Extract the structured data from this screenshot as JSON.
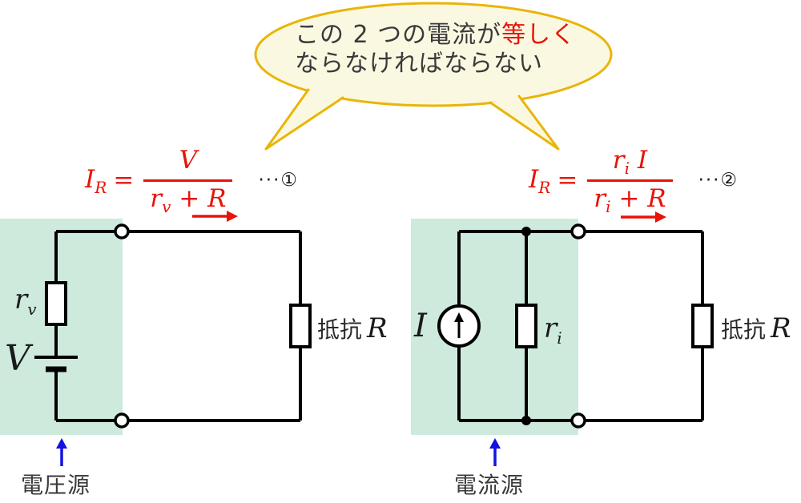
{
  "bubble": {
    "line1_black": "この 2 つの電流が",
    "line1_red": "等しく",
    "line2": "ならなければならない"
  },
  "formulas": [
    {
      "lhs_main": "I",
      "lhs_sub": "R",
      "equals": "=",
      "numerator_main": "V",
      "numerator_sub": "",
      "numerator_rest": "",
      "denominator_main": "r",
      "denominator_sub": "v",
      "denominator_rest": "+ R",
      "tag": "···①"
    },
    {
      "lhs_main": "I",
      "lhs_sub": "R",
      "equals": "=",
      "numerator_main": "r",
      "numerator_sub": "i",
      "numerator_rest": "I",
      "denominator_main": "r",
      "denominator_sub": "i",
      "denominator_rest": "+ R",
      "tag": "···②"
    }
  ],
  "circuits": [
    {
      "source_label": "V",
      "internal_resistance_main": "r",
      "internal_resistance_sub": "v",
      "load_label_text": "抵抗",
      "load_label_symbol": "R",
      "caption": "電圧源"
    },
    {
      "source_label": "I",
      "internal_resistance_main": "r",
      "internal_resistance_sub": "i",
      "load_label_text": "抵抗",
      "load_label_symbol": "R",
      "caption": "電流源"
    }
  ],
  "colors": {
    "formula_red": "#e81309",
    "arrow_blue": "#1313e0",
    "source_region_green": "#cdeadd",
    "bubble_fill": "#fbf8e2",
    "bubble_border": "#e9b508",
    "text_dark": "#3a3a3a",
    "wire_black": "#000000"
  }
}
